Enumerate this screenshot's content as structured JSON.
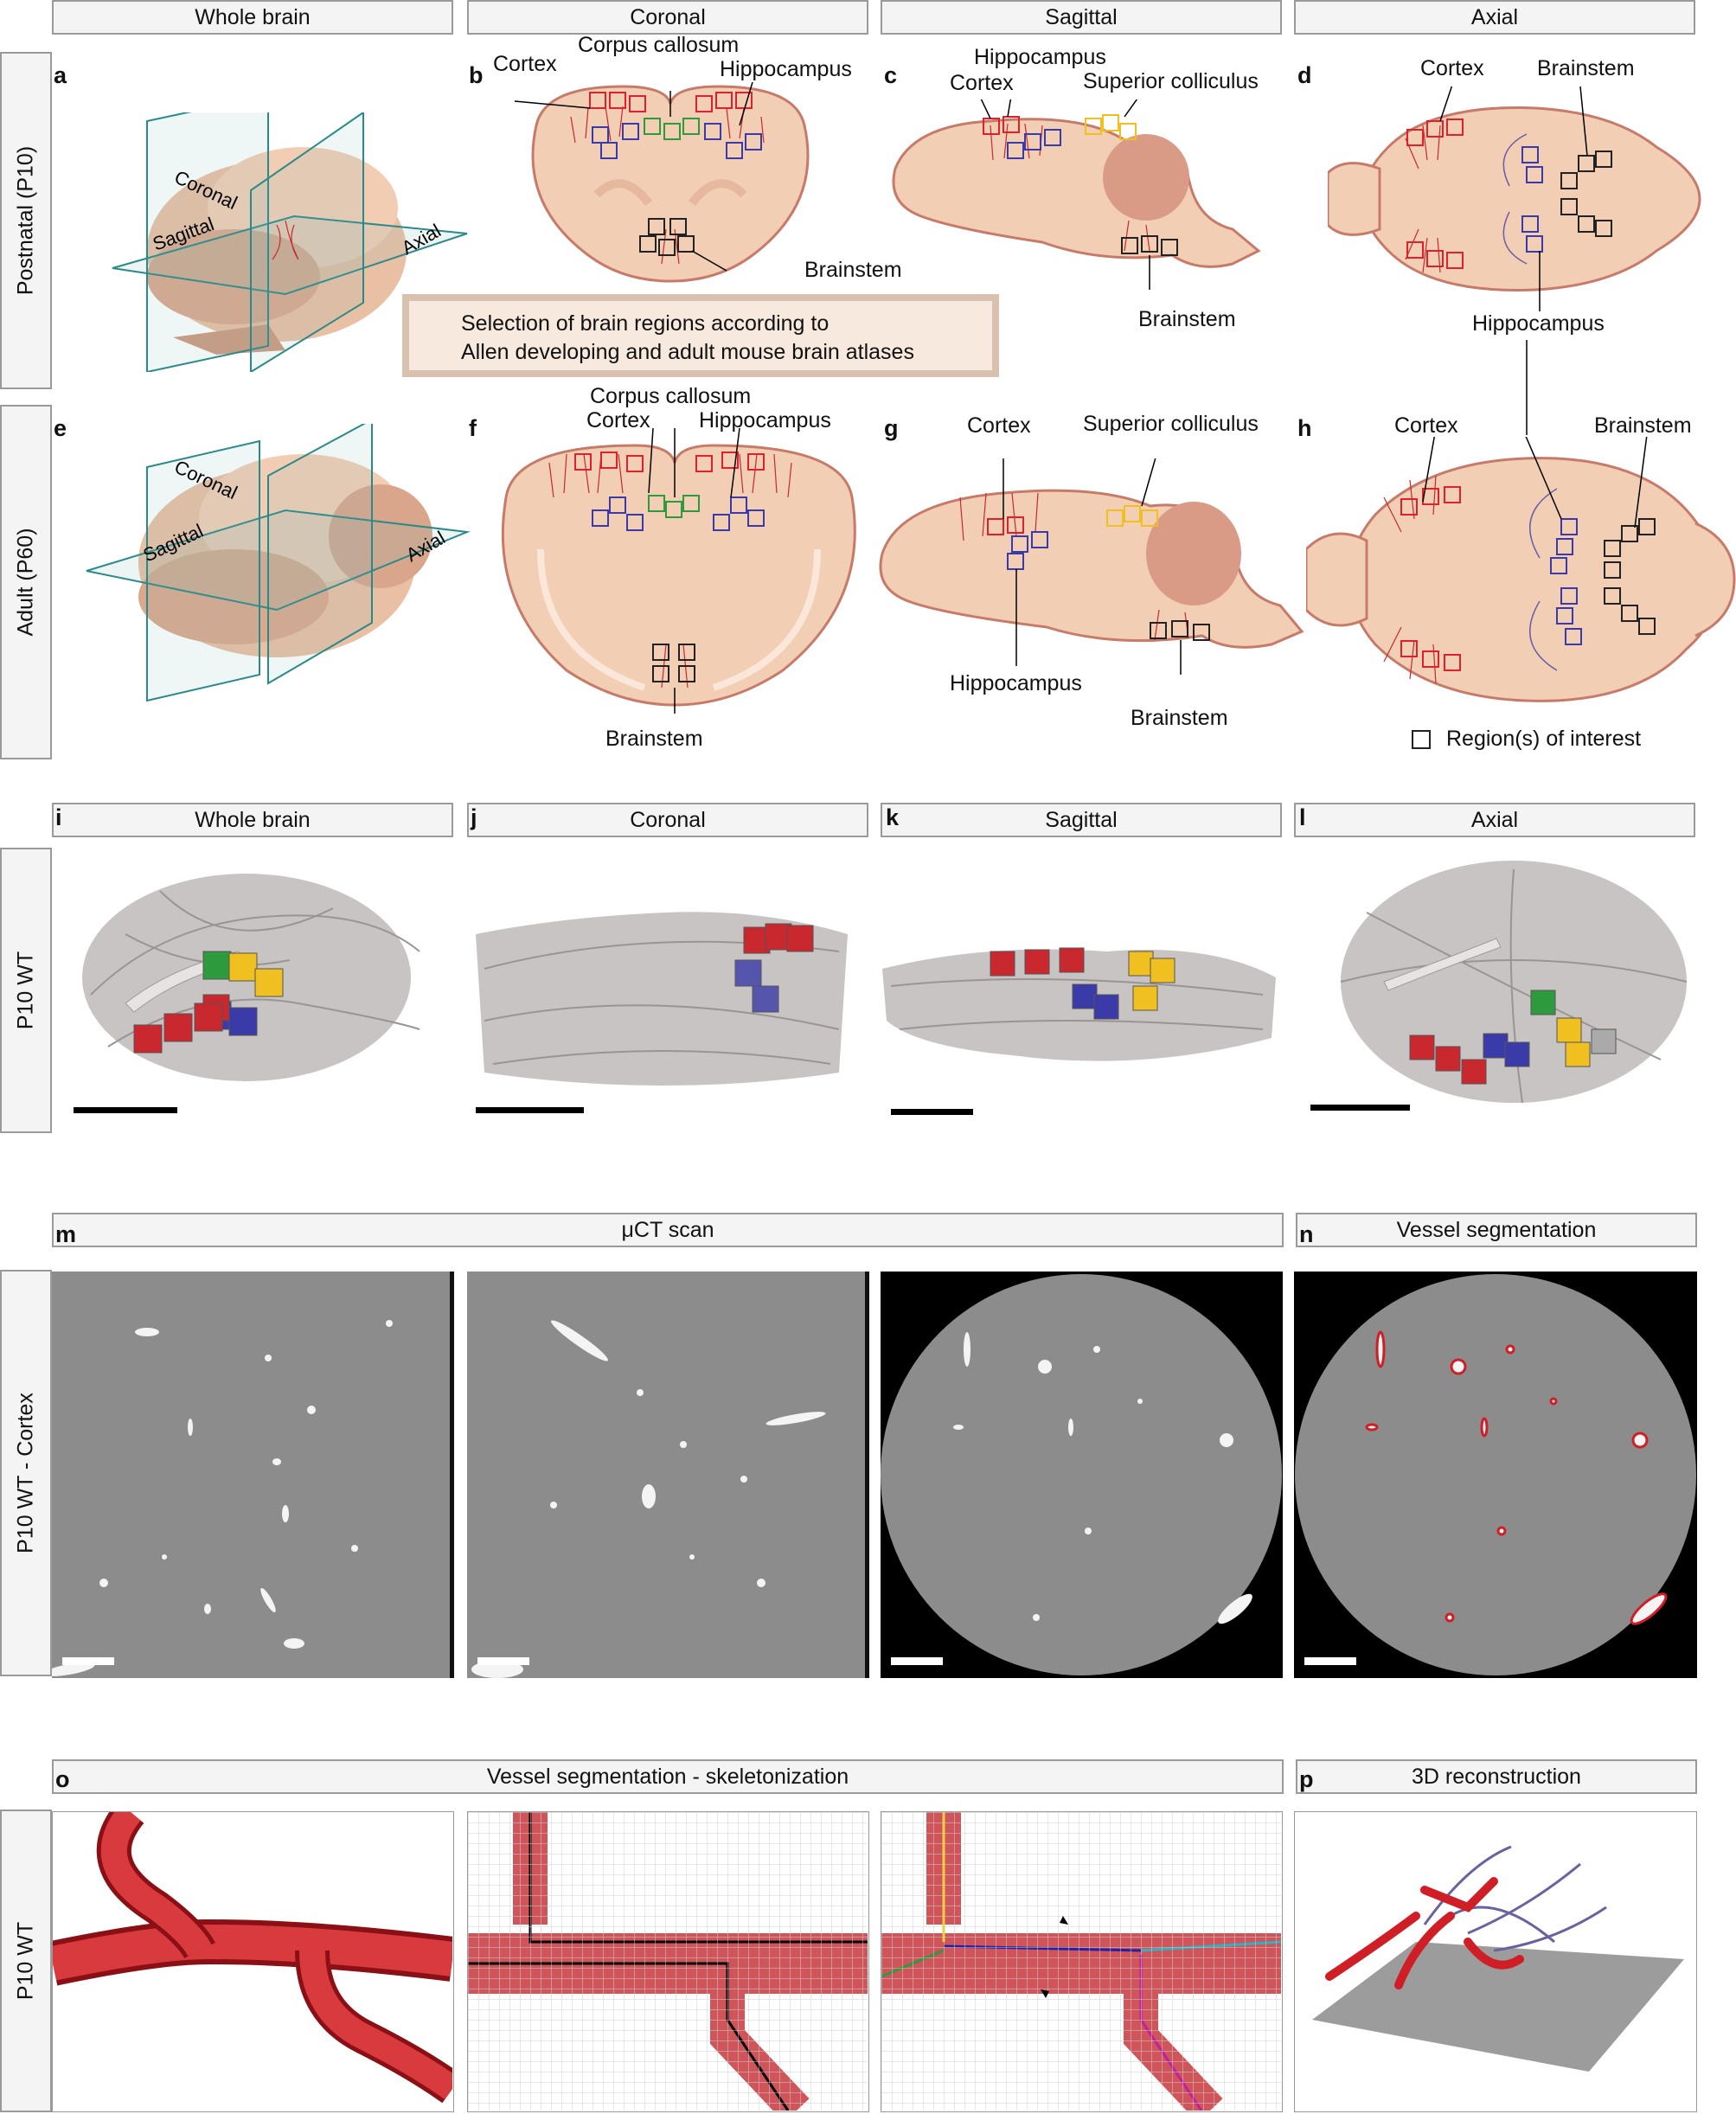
{
  "row1": {
    "headers": [
      "Whole brain",
      "Coronal",
      "Sagittal",
      "Axial"
    ],
    "side_labels": [
      "Postnatal (P10)",
      "Adult (P60)"
    ],
    "letters": [
      "a",
      "b",
      "c",
      "d",
      "e",
      "f",
      "g",
      "h"
    ],
    "plane_labels": {
      "coronal": "Coronal",
      "sagittal": "Sagittal",
      "axial": "Axial"
    },
    "b_labels": {
      "cortex": "Cortex",
      "corpus": "Corpus callosum",
      "hippo": "Hippocampus",
      "brainstem": "Brainstem"
    },
    "c_labels": {
      "hippo": "Hippocampus",
      "cortex": "Cortex",
      "sc": "Superior colliculus",
      "brainstem": "Brainstem"
    },
    "d_labels": {
      "cortex": "Cortex",
      "brainstem": "Brainstem",
      "hippo": "Hippocampus"
    },
    "selection_box": [
      "Selection of brain regions according to",
      "Allen developing and adult mouse brain atlases"
    ],
    "f_labels": {
      "corpus": "Corpus callosum",
      "cortex": "Cortex",
      "hippo": "Hippocampus",
      "brainstem": "Brainstem"
    },
    "g_labels": {
      "cortex": "Cortex",
      "sc": "Superior colliculus",
      "hippo": "Hippocampus",
      "brainstem": "Brainstem"
    },
    "h_labels": {
      "cortex": "Cortex",
      "brainstem": "Brainstem"
    },
    "legend": "Region(s) of interest"
  },
  "row2": {
    "headers": [
      "Whole brain",
      "Coronal",
      "Sagittal",
      "Axial"
    ],
    "letters": [
      "i",
      "j",
      "k",
      "l"
    ],
    "side_label": "P10 WT"
  },
  "row3": {
    "letters": [
      "m",
      "n"
    ],
    "headers": [
      "μCT scan",
      "Vessel segmentation"
    ],
    "side_label": "P10 WT - Cortex"
  },
  "row4": {
    "letters": [
      "o",
      "p"
    ],
    "headers": [
      "Vessel segmentation - skeletonization",
      "3D reconstruction"
    ],
    "side_label": "P10 WT"
  },
  "colors": {
    "cortex_roi": "#e0202a",
    "hippocampus_roi": "#3a3aa8",
    "corpus_callosum_roi": "#2e9a3e",
    "superior_colliculus_roi": "#f0c020",
    "brainstem_roi": "#222222",
    "plane": "#2a8a8a",
    "tissue": "#f2cfb4",
    "vessel": "#c8282e"
  }
}
